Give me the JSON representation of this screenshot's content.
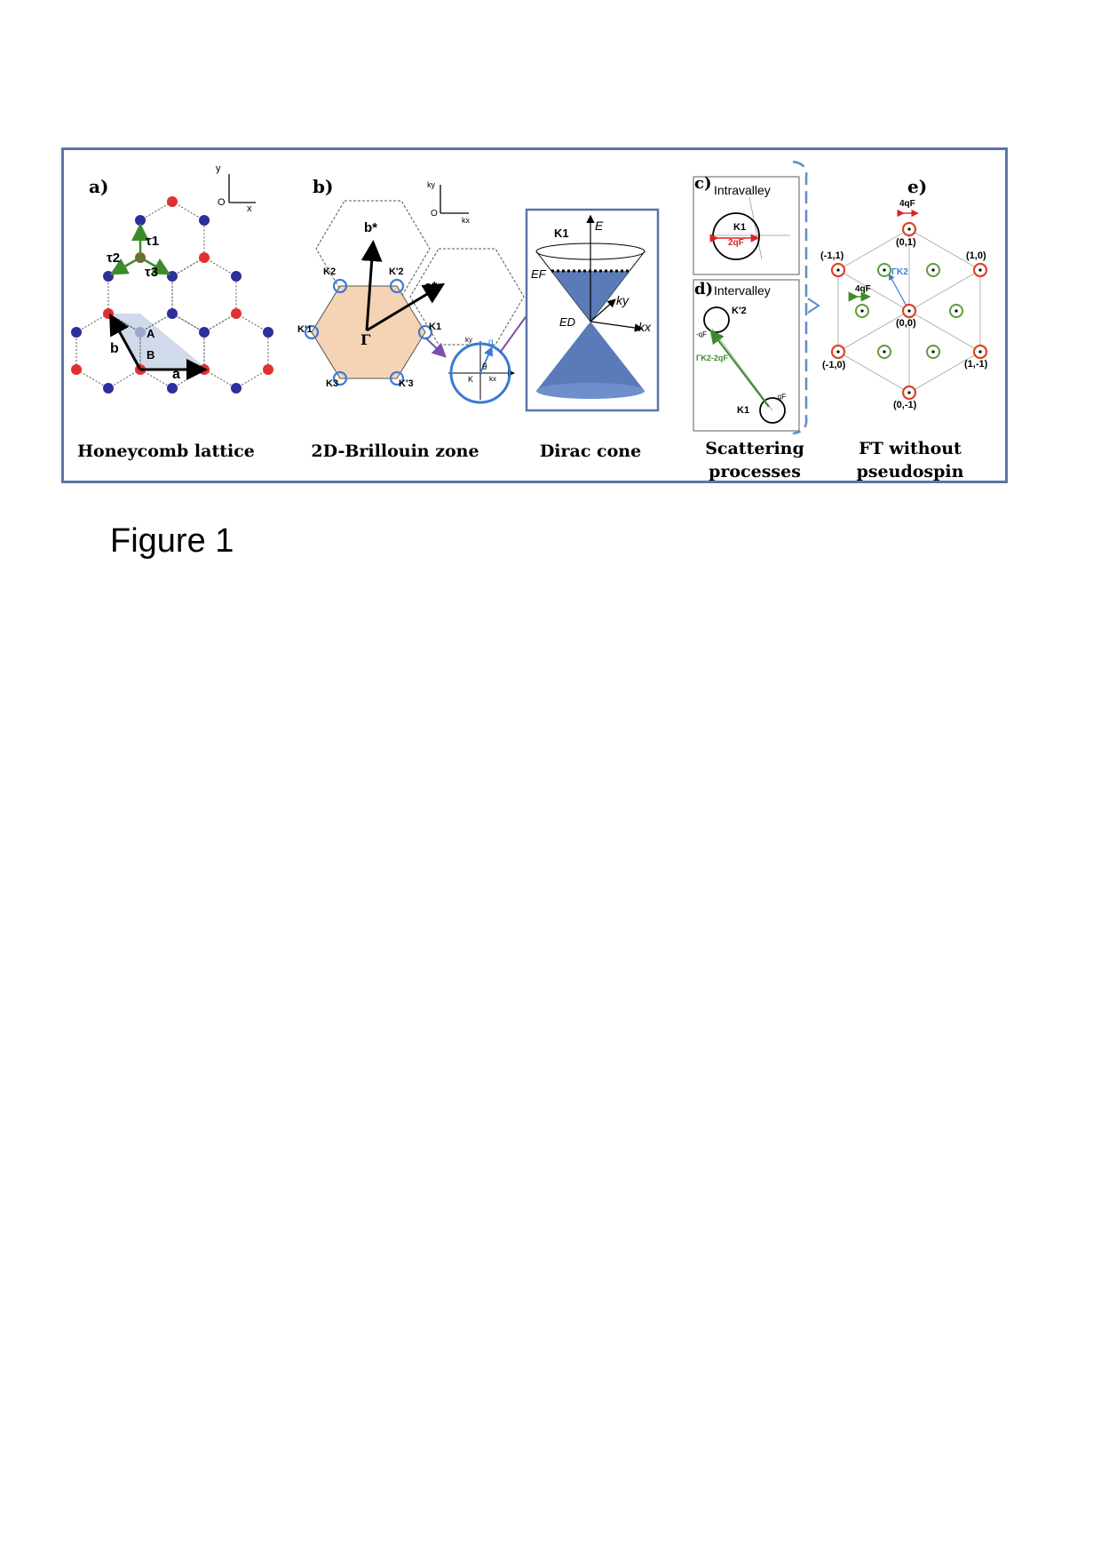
{
  "panels": {
    "a": {
      "label": "a)",
      "caption": "Honeycomb lattice",
      "axes": {
        "y": "y",
        "x": "x",
        "o": "O"
      },
      "labels": {
        "A": "A",
        "B": "B",
        "a": "a",
        "b": "b",
        "t1": "τ1",
        "t2": "τ2",
        "t3": "τ3"
      }
    },
    "b": {
      "label": "b)",
      "caption": "2D-Brillouin zone",
      "axes": {
        "y": "ky",
        "x": "kx",
        "o": "O"
      },
      "labels": {
        "gamma": "Γ",
        "bstar": "b*",
        "astar": "a*",
        "K1": "K1",
        "K2": "K2",
        "K3": "K3",
        "Kp1": "K'1",
        "Kp2": "K'2",
        "Kp3": "K'3",
        "K": "K",
        "q": "q",
        "theta": "θ",
        "kx": "kx",
        "ky": "ky"
      }
    },
    "dirac": {
      "caption": "Dirac cone",
      "labels": {
        "K1": "K1",
        "E": "E",
        "EF": "EF",
        "ED": "ED",
        "ky": "ky",
        "kx": "kx"
      }
    },
    "c": {
      "label": "c)",
      "title": "Intravalley",
      "K1": "K1",
      "twoqF": "2qF"
    },
    "d": {
      "label": "d)",
      "title": "Intervalley",
      "Kp2": "K'2",
      "K1": "K1",
      "qF": "qF",
      "mqF": "-qF",
      "vec": "ΓK2-2qF"
    },
    "cd": {
      "caption": "Scattering processes"
    },
    "e": {
      "label": "e)",
      "caption": "FT without pseudospin",
      "top": "4qF",
      "mid": "4qF",
      "gk": "ΓK2",
      "points": {
        "p01": "(0,1)",
        "pm11": "(-1,1)",
        "p10": "(1,0)",
        "p00": "(0,0)",
        "pm10": "(-1,0)",
        "p1m1": "(1,-1)",
        "p0m1": "(0,-1)"
      }
    }
  },
  "figure_label": "Figure 1",
  "colors": {
    "frame": "#5b76a6",
    "red_atom": "#e03030",
    "blue_atom": "#2c2f9c",
    "bz_fill": "#f5d3b5",
    "cone": "#5a7bb8",
    "green": "#3d8b2a",
    "circle_blue": "#3a7bd5"
  }
}
